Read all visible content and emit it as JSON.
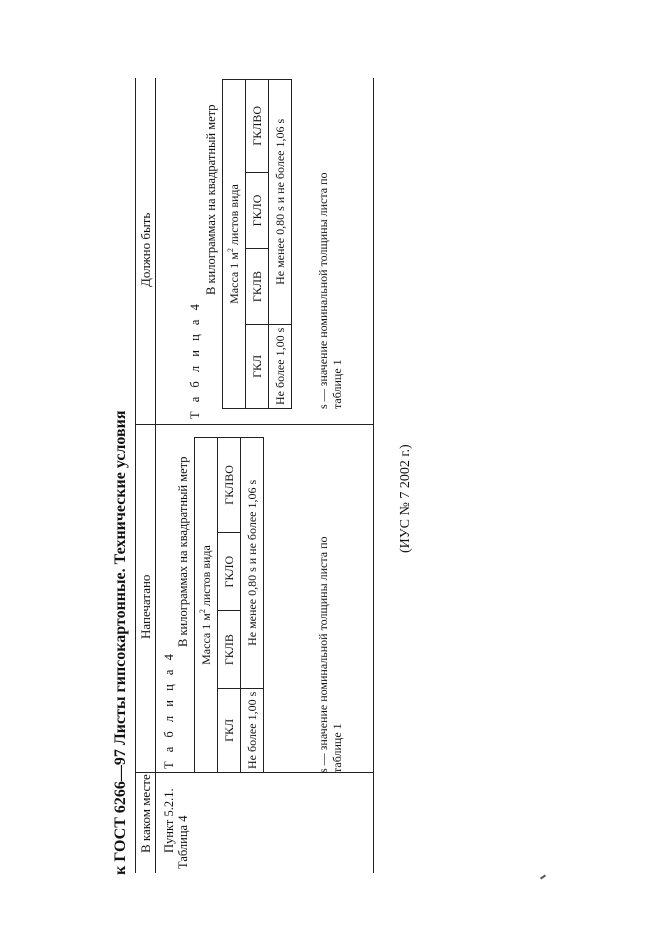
{
  "document": {
    "title": "к ГОСТ 6266—97 Листы гипсокартонные. Технические условия",
    "footer": "(ИУС № 7 2002 г.)"
  },
  "columns": {
    "where": "В каком месте",
    "printed": "Напечатано",
    "should_be": "Должно быть"
  },
  "location": {
    "line1": "Пункт 5.2.1.",
    "line2": "Таблица 4"
  },
  "printed": {
    "table_label": "Т а б л и ц а 4",
    "units": "В килограммах на квадратный метр",
    "mass_header_pre": "Масса 1 м",
    "mass_header_sup": "2",
    "mass_header_post": " листов вида",
    "types": [
      "ГКЛ",
      "ГКЛВ",
      "ГКЛО",
      "ГКЛВО"
    ],
    "values": [
      "Не более 1,00 s",
      "Не менее 0,80 s и не более 1,06 s"
    ],
    "note_line1": "s — значение номинальной толщины листа по",
    "note_line2": "таблице 1"
  },
  "should_be": {
    "table_label": "Т а б л и ц а 4",
    "units": "В килограммах на квадратный метр",
    "mass_header_pre": "Масса 1 м",
    "mass_header_sup": "2",
    "mass_header_post": " листов вида",
    "types": [
      "ГКЛ",
      "ГКЛВ",
      "ГКЛО",
      "ГКЛВО"
    ],
    "values": [
      "Не более 1,00 s",
      "Не менее 0,80 s и не более 1,06 s"
    ],
    "note_line1": "s — значение номинальной толщины листа по",
    "note_line2": "таблице 1"
  }
}
